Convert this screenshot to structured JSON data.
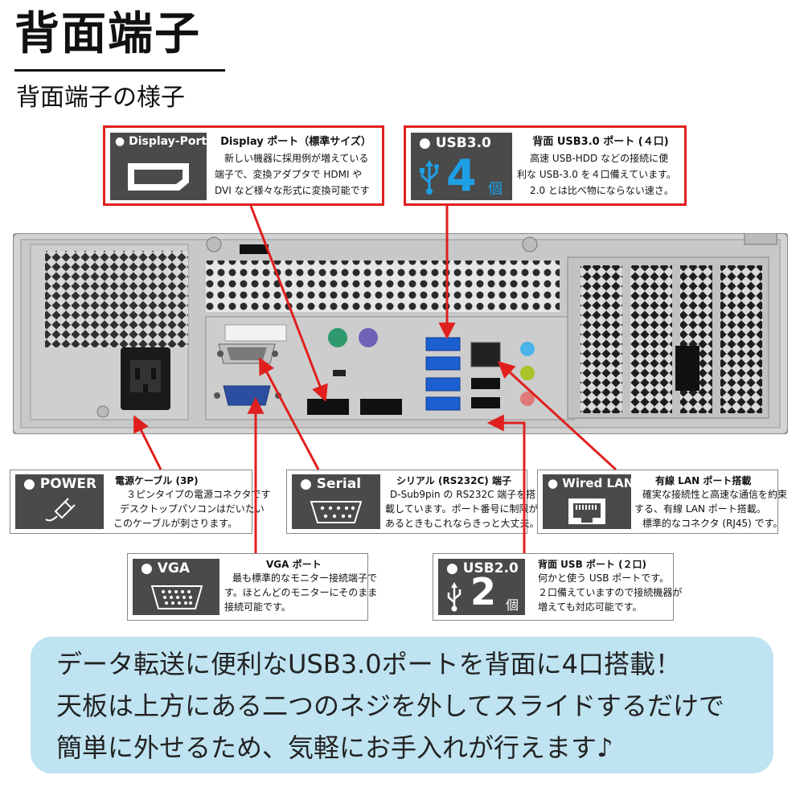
{
  "header": {
    "title": "背面端子",
    "subtitle": "背面端子の様子"
  },
  "callouts": {
    "display_port": {
      "tile": "● Display-Port",
      "title": "Display ポート（標準サイズ）",
      "lines": [
        "新しい機器に採用例が増えている",
        "端子で、変換アダプタで HDMI や",
        "DVI など様々な形式に変換可能です"
      ]
    },
    "usb3": {
      "tile": "● USB3.0",
      "count": "4",
      "unit": "個",
      "title": "背面 USB3.0 ポート (４口)",
      "lines": [
        "高速 USB-HDD などの接続に便",
        "利な USB-3.0 を４口備えています。",
        "2.0 とは比べ物にならない速さ。"
      ]
    },
    "power": {
      "tile": "● POWER",
      "title": "電源ケーブル (3P)",
      "lines": [
        "３ピンタイプの電源コネクタです",
        "デスクトップパソコンはだいたい",
        "このケーブルが刺さります。"
      ]
    },
    "serial": {
      "tile": "● Serial",
      "title": "シリアル (RS232C) 端子",
      "lines": [
        "D-Sub9pin の RS232C 端子を搭",
        "載しています。ポート番号に制限が",
        "あるときもこれならきっと大丈夫。"
      ]
    },
    "wired_lan": {
      "tile": "● Wired LAN",
      "title": "有線 LAN ポート搭載",
      "lines": [
        "確実な接続性と高速な通信を約束",
        "する、有線 LAN ポート搭載。",
        "標準的なコネクタ (RJ45) です。"
      ]
    },
    "vga": {
      "tile": "● VGA",
      "title": "VGA ポート",
      "lines": [
        "最も標準的なモニター接続端子で",
        "す。ほとんどのモニターにそのまま",
        "接続可能です。"
      ]
    },
    "usb2": {
      "tile": "● USB2.0",
      "count": "2",
      "unit": "個",
      "title": "背面 USB ポート (２口)",
      "lines": [
        "何かと使う USB ポートです。",
        "２口備えていますので接続機器が",
        "増えても対応可能です。"
      ]
    }
  },
  "footer": {
    "lines": [
      "データ転送に便利なUSB3.0ポートを背面に4口搭載！",
      "天板は上方にある二つのネジを外してスライドするだけで",
      "簡単に外せるため、気軽にお手入れが行えます♪"
    ]
  },
  "colors": {
    "callout_border": "#e0201e",
    "tile_bg": "#4a4a4a",
    "leader": "#e0201e",
    "footer_bg": "#bfe3f1",
    "usb_blue": "#1ea0e6"
  }
}
